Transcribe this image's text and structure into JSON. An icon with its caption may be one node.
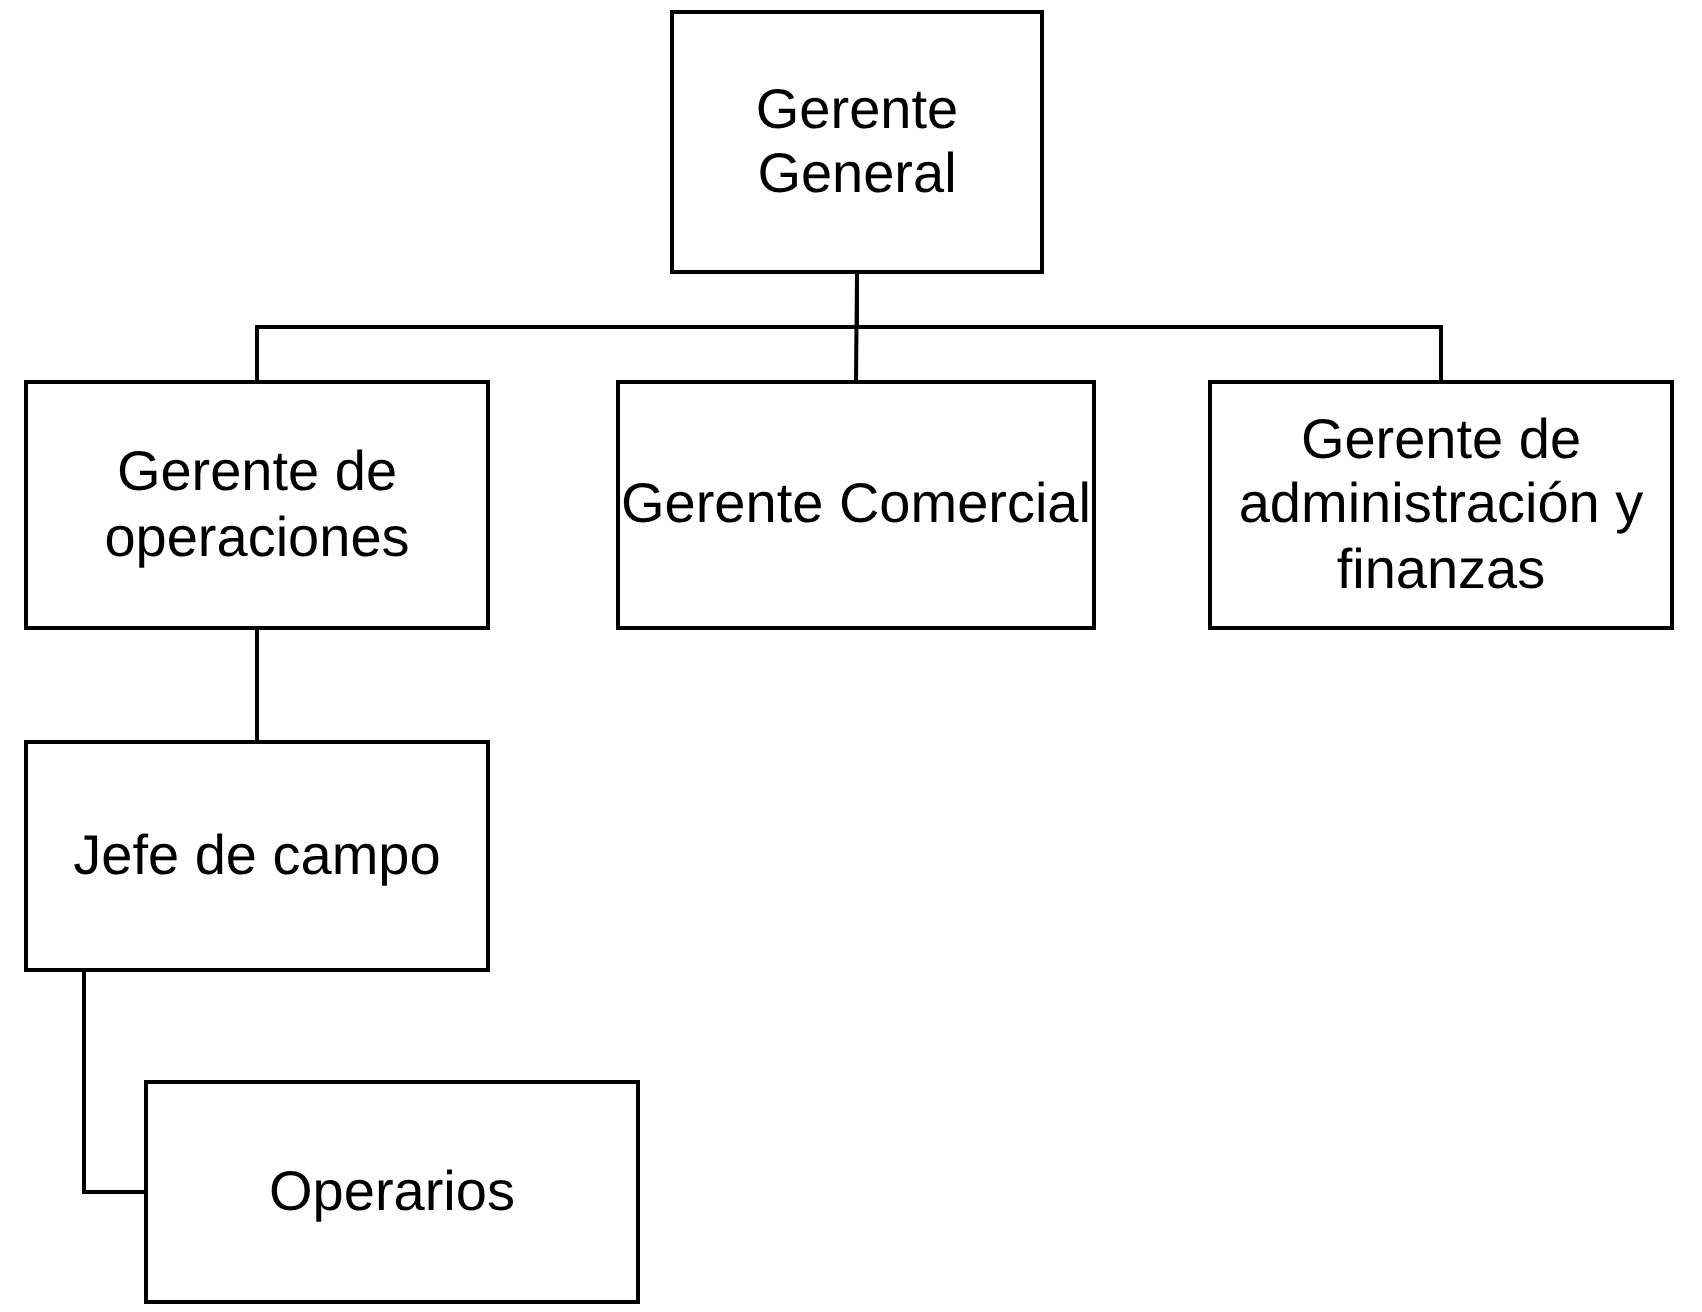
{
  "diagram": {
    "nodes": [
      {
        "text": [
          "Gerente General"
        ]
      },
      {
        "text": [
          "Gerente de operaciones"
        ]
      },
      {
        "text": [
          "Gerente Comercial"
        ]
      },
      {
        "text": [
          "Gerente de administración y finanzas"
        ]
      },
      {
        "text": [
          "Jefe de campo"
        ]
      },
      {
        "text": [
          "Operarios"
        ]
      }
    ],
    "edges": [
      {
        "from": 0,
        "to": 1,
        "arrow": "none"
      },
      {
        "from": 0,
        "to": 2,
        "arrow": "none"
      },
      {
        "from": 0,
        "to": 3,
        "arrow": "none"
      },
      {
        "from": 1,
        "to": 4,
        "arrow": "none"
      },
      {
        "from": 4,
        "to": 5,
        "arrow": "none"
      }
    ]
  }
}
